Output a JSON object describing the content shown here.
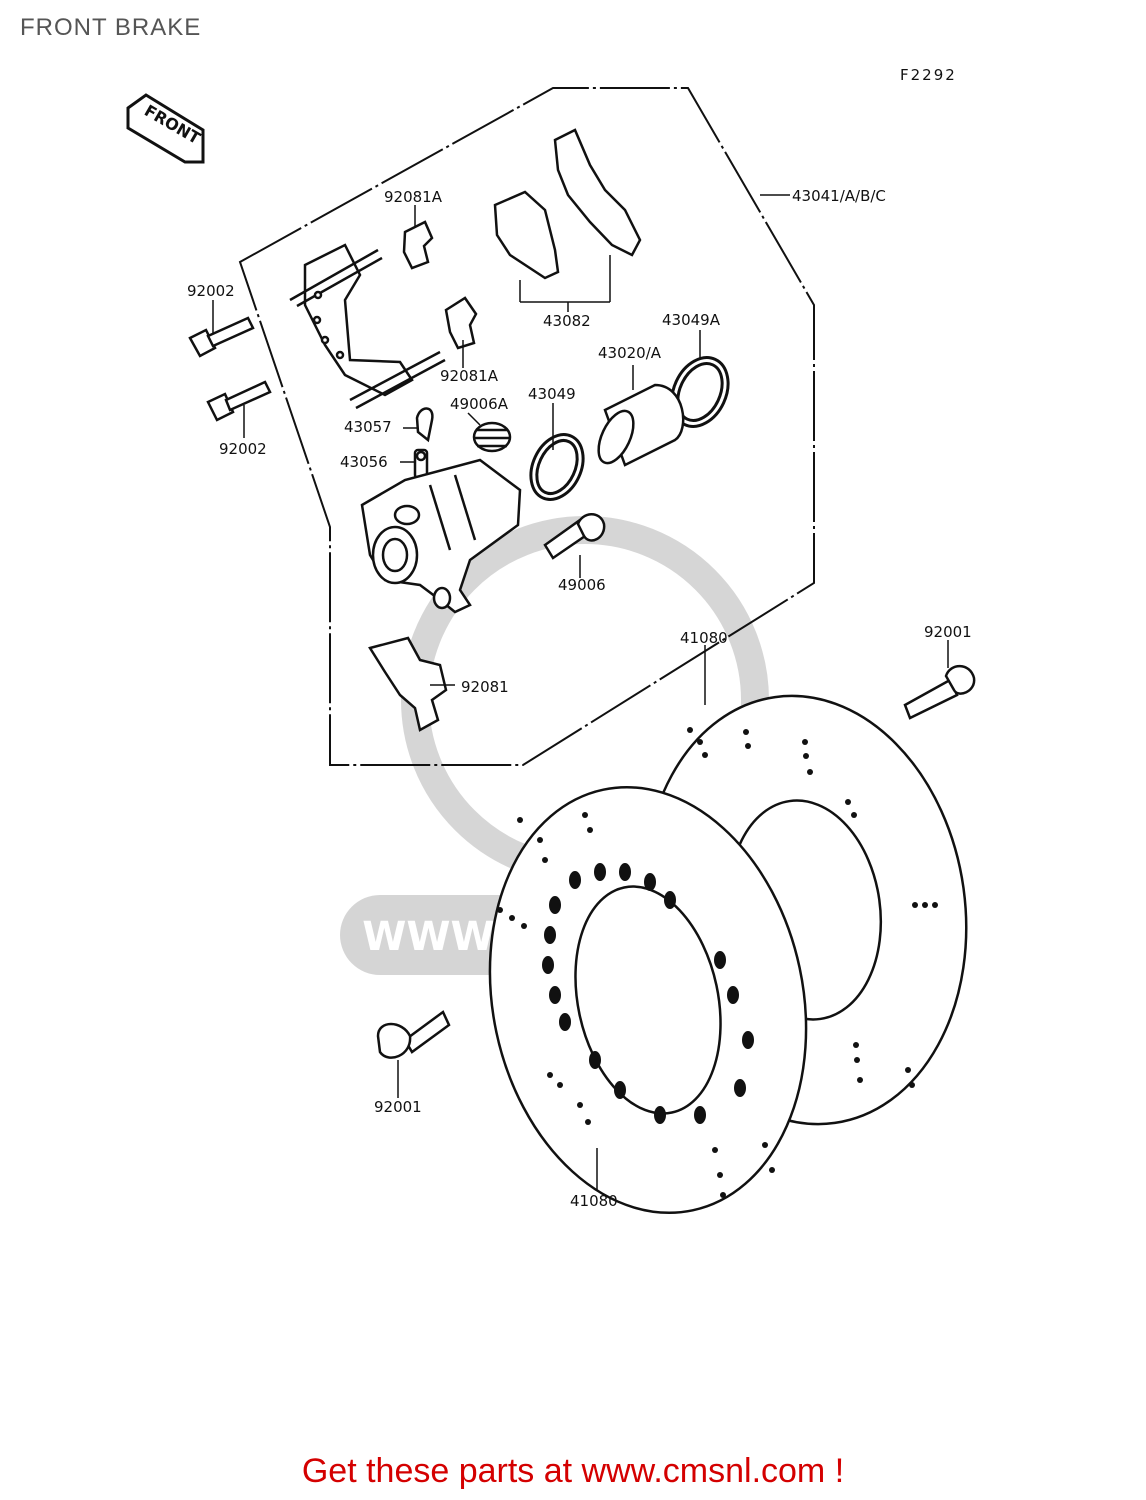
{
  "page": {
    "title": "FRONT BRAKE"
  },
  "diagram": {
    "figure_code": "F2292",
    "front_arrow_label": "FRONT",
    "watermark": "WWW.CMSNL.COM",
    "ink_color": "#111111",
    "cta_color": "#d40000",
    "parts": [
      {
        "id": "p-43041",
        "label": "43041/A/B/C"
      },
      {
        "id": "p-92081a-top",
        "label": "92081A"
      },
      {
        "id": "p-92002-top",
        "label": "92002"
      },
      {
        "id": "p-43082",
        "label": "43082"
      },
      {
        "id": "p-43049a",
        "label": "43049A"
      },
      {
        "id": "p-43020",
        "label": "43020/A"
      },
      {
        "id": "p-92081a-mid",
        "label": "92081A"
      },
      {
        "id": "p-92002-bot",
        "label": "92002"
      },
      {
        "id": "p-43049",
        "label": "43049"
      },
      {
        "id": "p-49006a",
        "label": "49006A"
      },
      {
        "id": "p-43057",
        "label": "43057"
      },
      {
        "id": "p-43056",
        "label": "43056"
      },
      {
        "id": "p-49006",
        "label": "49006"
      },
      {
        "id": "p-41080-top",
        "label": "41080"
      },
      {
        "id": "p-92001-right",
        "label": "92001"
      },
      {
        "id": "p-92081",
        "label": "92081"
      },
      {
        "id": "p-92001-left",
        "label": "92001"
      },
      {
        "id": "p-41080-bot",
        "label": "41080"
      }
    ]
  },
  "footer": {
    "cta": "Get these parts at www.cmsnl.com !"
  }
}
